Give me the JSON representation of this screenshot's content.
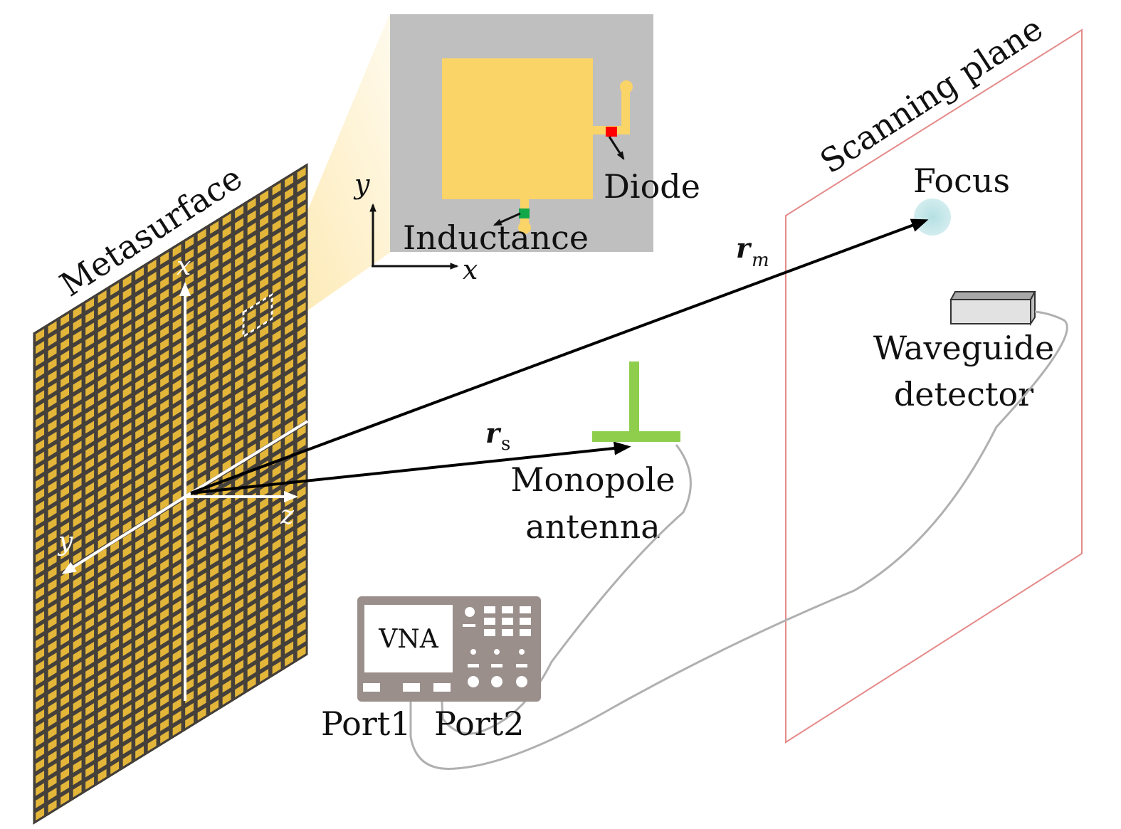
{
  "labels": {
    "metasurface": "Metasurface",
    "scanning_plane": "Scanning plane",
    "focus": "Focus",
    "diode": "Diode",
    "inductance": "Inductance",
    "inset_axis_x": "x",
    "inset_axis_y": "y",
    "axis_x": "x",
    "axis_y": "y",
    "axis_z": "z",
    "r_m": "r",
    "r_m_sub": "m",
    "r_s": "r",
    "r_s_sub": "s",
    "monopole_line1": "Monopole",
    "monopole_line2": "antenna",
    "waveguide_line1": "Waveguide",
    "waveguide_line2": "detector",
    "vna": "VNA",
    "port1": "Port1",
    "port2": "Port2"
  },
  "colors": {
    "metasurface_gold": "#e3b63a",
    "metasurface_grid": "#45403a",
    "unit_cell_bg": "#bfbfbf",
    "patch": "#fbd467",
    "diode": "#ff0000",
    "inductor": "#12a84a",
    "scanning_plane": "#e48a8a",
    "focus": "#b5e0e3",
    "monopole": "#8fce4d",
    "vna_body": "#9a8f8b",
    "cable": "#b0b0b0",
    "detector": "#e2e2e2"
  }
}
